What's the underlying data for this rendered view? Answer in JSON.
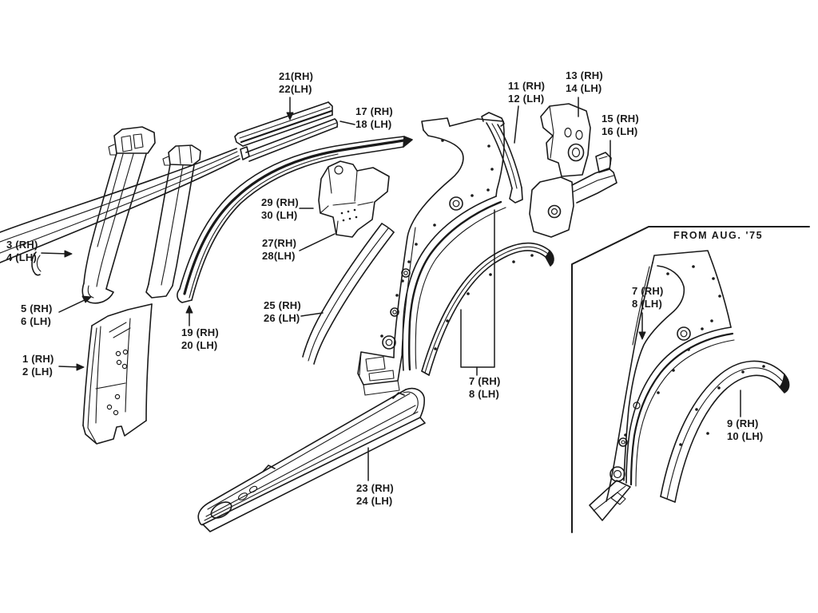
{
  "figure": {
    "type": "exploded-parts-line-drawing",
    "subject": "car body side structure panels (RH/LH pairs)",
    "background_color": "#ffffff",
    "ink_color": "#1a1a1a",
    "inset": {
      "caption": "FROM AUG. '75"
    }
  },
  "labels": {
    "l1_2": {
      "line1": "1 (RH)",
      "line2": "2 (LH)"
    },
    "l3_4": {
      "line1": "3 (RH)",
      "line2": "4 (LH)"
    },
    "l5_6": {
      "line1": "5 (RH)",
      "line2": "6 (LH)"
    },
    "l7_8": {
      "line1": "7 (RH)",
      "line2": "8 (LH)"
    },
    "l9_10": {
      "line1": "9 (RH)",
      "line2": "10 (LH)"
    },
    "l11_12": {
      "line1": "11 (RH)",
      "line2": "12 (LH)"
    },
    "l13_14": {
      "line1": "13 (RH)",
      "line2": "14 (LH)"
    },
    "l15_16": {
      "line1": "15 (RH)",
      "line2": "16 (LH)"
    },
    "l17_18": {
      "line1": "17 (RH)",
      "line2": "18 (LH)"
    },
    "l19_20": {
      "line1": "19 (RH)",
      "line2": "20 (LH)"
    },
    "l21_22": {
      "line1": "21(RH)",
      "line2": "22(LH)"
    },
    "l23_24": {
      "line1": "23 (RH)",
      "line2": "24 (LH)"
    },
    "l25_26": {
      "line1": "25 (RH)",
      "line2": "26 (LH)"
    },
    "l27_28": {
      "line1": "27(RH)",
      "line2": "28(LH)"
    },
    "l29_30": {
      "line1": "29 (RH)",
      "line2": "30 (LH)"
    },
    "l7_8_inset": {
      "line1": "7 (RH)",
      "line2": "8 (LH)"
    }
  }
}
